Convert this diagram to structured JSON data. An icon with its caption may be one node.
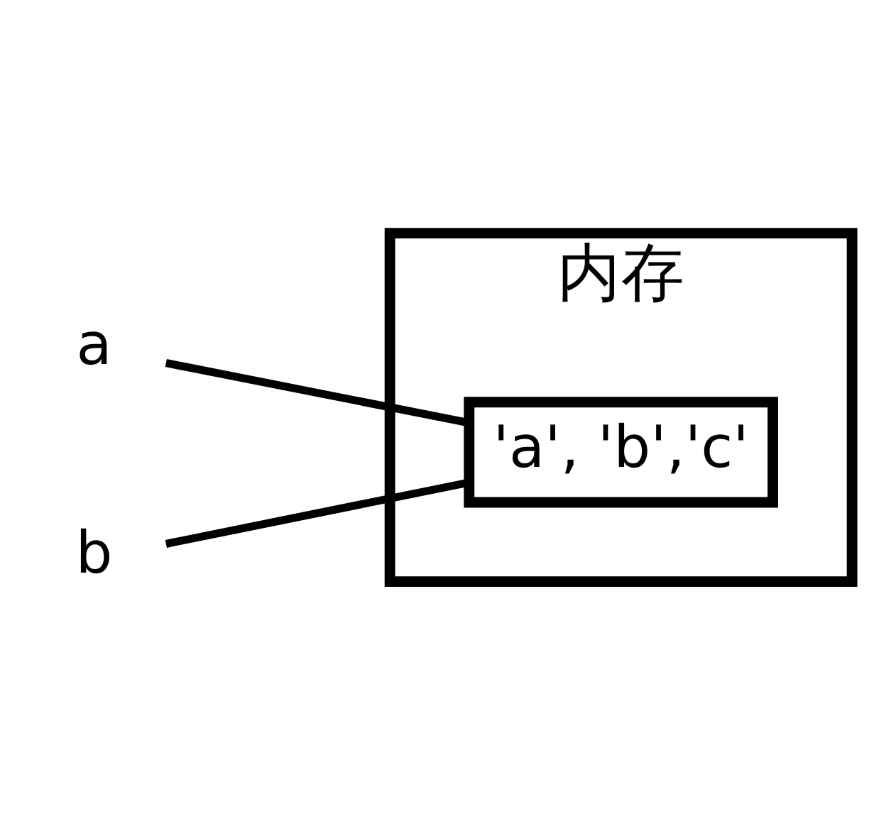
{
  "diagram": {
    "nodes": [
      {
        "text": [
          "内存"
        ]
      },
      {
        "text": [
          "'a', 'b','c'"
        ],
        "in": 0
      },
      {
        "text": [
          "a"
        ]
      },
      {
        "text": [
          "b"
        ]
      }
    ],
    "edges": [
      {
        "from": 2,
        "to": 1,
        "arrow": "none"
      },
      {
        "from": 3,
        "to": 1,
        "arrow": "none"
      }
    ]
  }
}
